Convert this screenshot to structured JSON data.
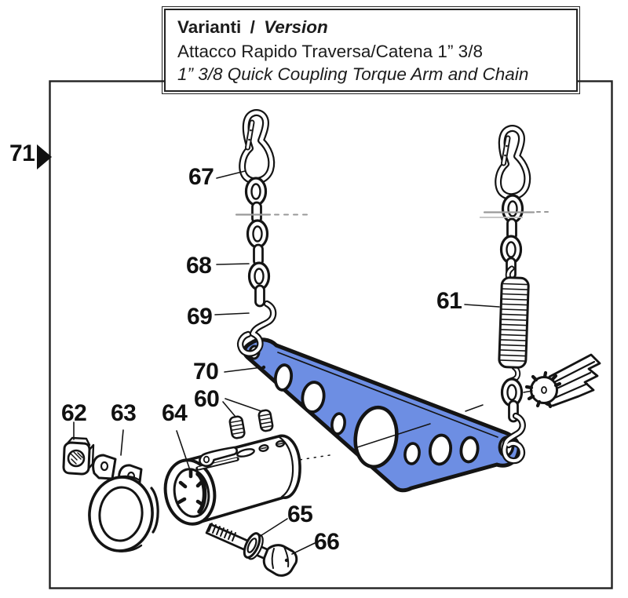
{
  "title_box": {
    "title_it": "Varianti",
    "title_sep": "/",
    "title_en": "Version",
    "subtitle_it": "Attacco Rapido Traversa/Catena 1” 3/8",
    "subtitle_en": "1” 3/8 Quick Coupling Torque Arm and Chain"
  },
  "part_labels": {
    "p60": "60",
    "p61": "61",
    "p62": "62",
    "p63": "63",
    "p64": "64",
    "p65": "65",
    "p66": "66",
    "p67": "67",
    "p68": "68",
    "p69": "69",
    "p70": "70",
    "p71": "71"
  },
  "colors": {
    "plate_blue": "#6d8ee3",
    "ink": "#141414",
    "muted_line": "#999999",
    "frame": "#222222",
    "background": "#ffffff"
  }
}
